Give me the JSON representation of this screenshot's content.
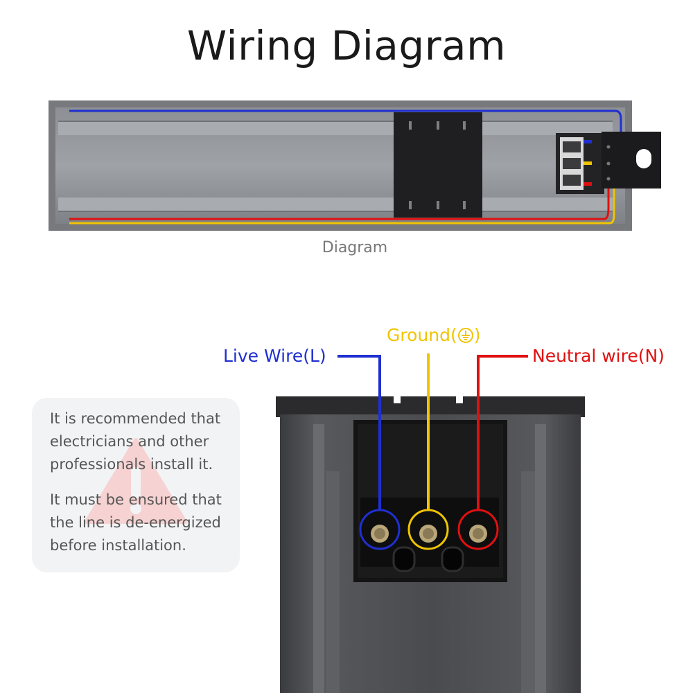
{
  "title": "Wiring Diagram",
  "caption": "Diagram",
  "labels": {
    "live": "Live Wire(L)",
    "ground": "Ground(",
    "ground_close": ")",
    "neutral": "Neutral wire(N)"
  },
  "notice": {
    "paragraph_1": "It is recommended that electricians and other professionals install it.",
    "paragraph_2": "It must be ensured that the line is de-energized before installation."
  },
  "colors": {
    "live": "#1f2fd1",
    "ground": "#f0c400",
    "neutral": "#e01010",
    "warning_icon": "#f6d2d2"
  },
  "icons": {
    "ground_symbol": "ground-symbol-icon",
    "warning": "warning-triangle-icon"
  }
}
